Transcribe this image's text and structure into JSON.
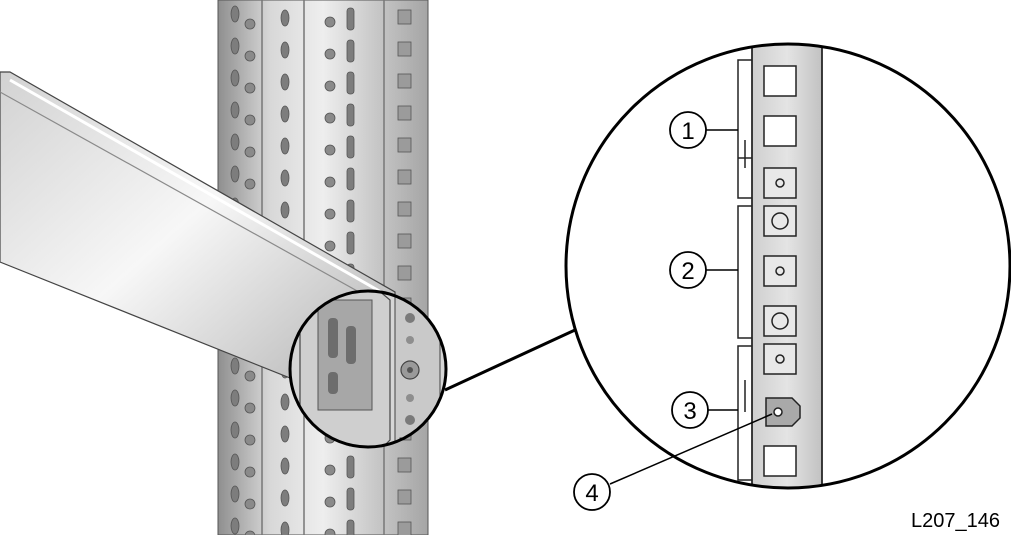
{
  "figure": {
    "id_label": "L207_146",
    "callouts": [
      {
        "number": "1"
      },
      {
        "number": "2"
      },
      {
        "number": "3"
      },
      {
        "number": "4"
      }
    ]
  },
  "colors": {
    "line": "#000000",
    "post_light": "#e6e6e6",
    "post_dark": "#9a9a9a",
    "rail_light": "#f4f4f4",
    "rail_dark": "#b8b8b8",
    "magnified_post": "#d9d9d9"
  }
}
